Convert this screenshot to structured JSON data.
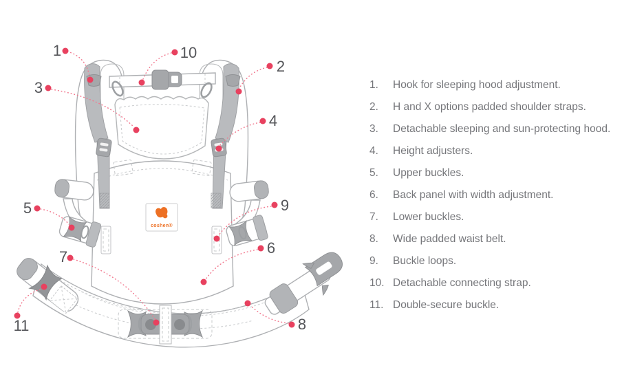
{
  "diagram": {
    "brand_label": "coshen®",
    "callouts": [
      {
        "number": "1",
        "label": "Hook for sleeping hood adjustment."
      },
      {
        "number": "2",
        "label": "H and X options padded shoulder straps."
      },
      {
        "number": "3",
        "label": "Detachable sleeping and sun-protecting hood."
      },
      {
        "number": "4",
        "label": "Height adjusters."
      },
      {
        "number": "5",
        "label": "Upper buckles."
      },
      {
        "number": "6",
        "label": "Back panel with width adjustment."
      },
      {
        "number": "7",
        "label": "Lower buckles."
      },
      {
        "number": "8",
        "label": "Wide padded waist belt."
      },
      {
        "number": "9",
        "label": "Buckle loops."
      },
      {
        "number": "10",
        "label": "Detachable connecting strap."
      },
      {
        "number": "11",
        "label": "Double-secure buckle."
      }
    ]
  },
  "legend": {
    "items": [
      {
        "number": "1.",
        "text": "Hook for sleeping hood adjustment."
      },
      {
        "number": "2.",
        "text": "H and X options padded shoulder straps."
      },
      {
        "number": "3.",
        "text": "Detachable sleeping and sun-protecting hood."
      },
      {
        "number": "4.",
        "text": "Height adjusters."
      },
      {
        "number": "5.",
        "text": "Upper buckles."
      },
      {
        "number": "6.",
        "text": "Back panel with width adjustment."
      },
      {
        "number": "7.",
        "text": "Lower buckles."
      },
      {
        "number": "8.",
        "text": "Wide padded waist belt."
      },
      {
        "number": "9.",
        "text": "Buckle loops."
      },
      {
        "number": "10.",
        "text": "Detachable connecting strap."
      },
      {
        "number": "11.",
        "text": "Double-secure buckle."
      }
    ]
  },
  "colors": {
    "accent_red": "#e8415f",
    "leader_pink": "#f2798f",
    "brand_orange": "#ed7024",
    "label_gray": "#55565a",
    "text_gray": "#75767a",
    "line_gray": "#aeb0b3",
    "strap_gray": "#b9bbbe",
    "buckle_gray": "#a5a7aa"
  }
}
